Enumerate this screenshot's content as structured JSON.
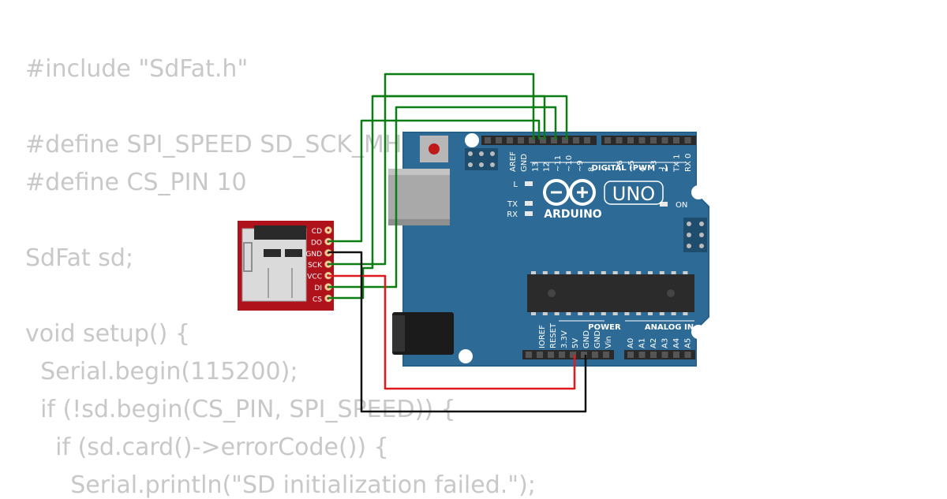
{
  "code": {
    "lines": [
      "#include \"SdFat.h\"",
      "#define SPI_SPEED SD_SCK_MHZ(4)",
      "#define CS_PIN 10",
      "SdFat sd;",
      "void setup() {",
      "  Serial.begin(115200);",
      "  if (!sd.begin(CS_PIN, SPI_SPEED)) {",
      "    if (sd.card()->errorCode()) {",
      "      Serial.println(\"SD initialization failed.\");"
    ]
  },
  "sd_module": {
    "pins": [
      "CD",
      "DO",
      "GND",
      "SCK",
      "VCC",
      "DI",
      "CS"
    ]
  },
  "arduino": {
    "brand": "ARDUINO",
    "model": "UNO",
    "top_header_left_pins": [
      "AREF",
      "GND",
      "13",
      "12",
      "~11",
      "~10",
      "~9",
      "8"
    ],
    "top_header_right_pins": [
      "7",
      "~6",
      "~5",
      "4",
      "~3",
      "2",
      "TX 1",
      "RX 0"
    ],
    "digital_label": "DIGITAL (PWM ~)",
    "led_labels": {
      "l": "L",
      "tx": "TX",
      "rx": "RX",
      "on": "ON"
    },
    "power_pins": [
      "IOREF",
      "RESET",
      "3.3V",
      "5V",
      "GND",
      "GND",
      "Vin"
    ],
    "analog_pins": [
      "A0",
      "A1",
      "A2",
      "A3",
      "A4",
      "A5"
    ],
    "power_label": "POWER",
    "analog_label": "ANALOG IN"
  },
  "colors": {
    "board": "#2d6b96",
    "sd_board": "#b0121b",
    "wire_signal": "#0b7d12",
    "wire_vcc": "#e0191f",
    "wire_gnd": "#111111",
    "code_text": "#c8c8c8"
  }
}
